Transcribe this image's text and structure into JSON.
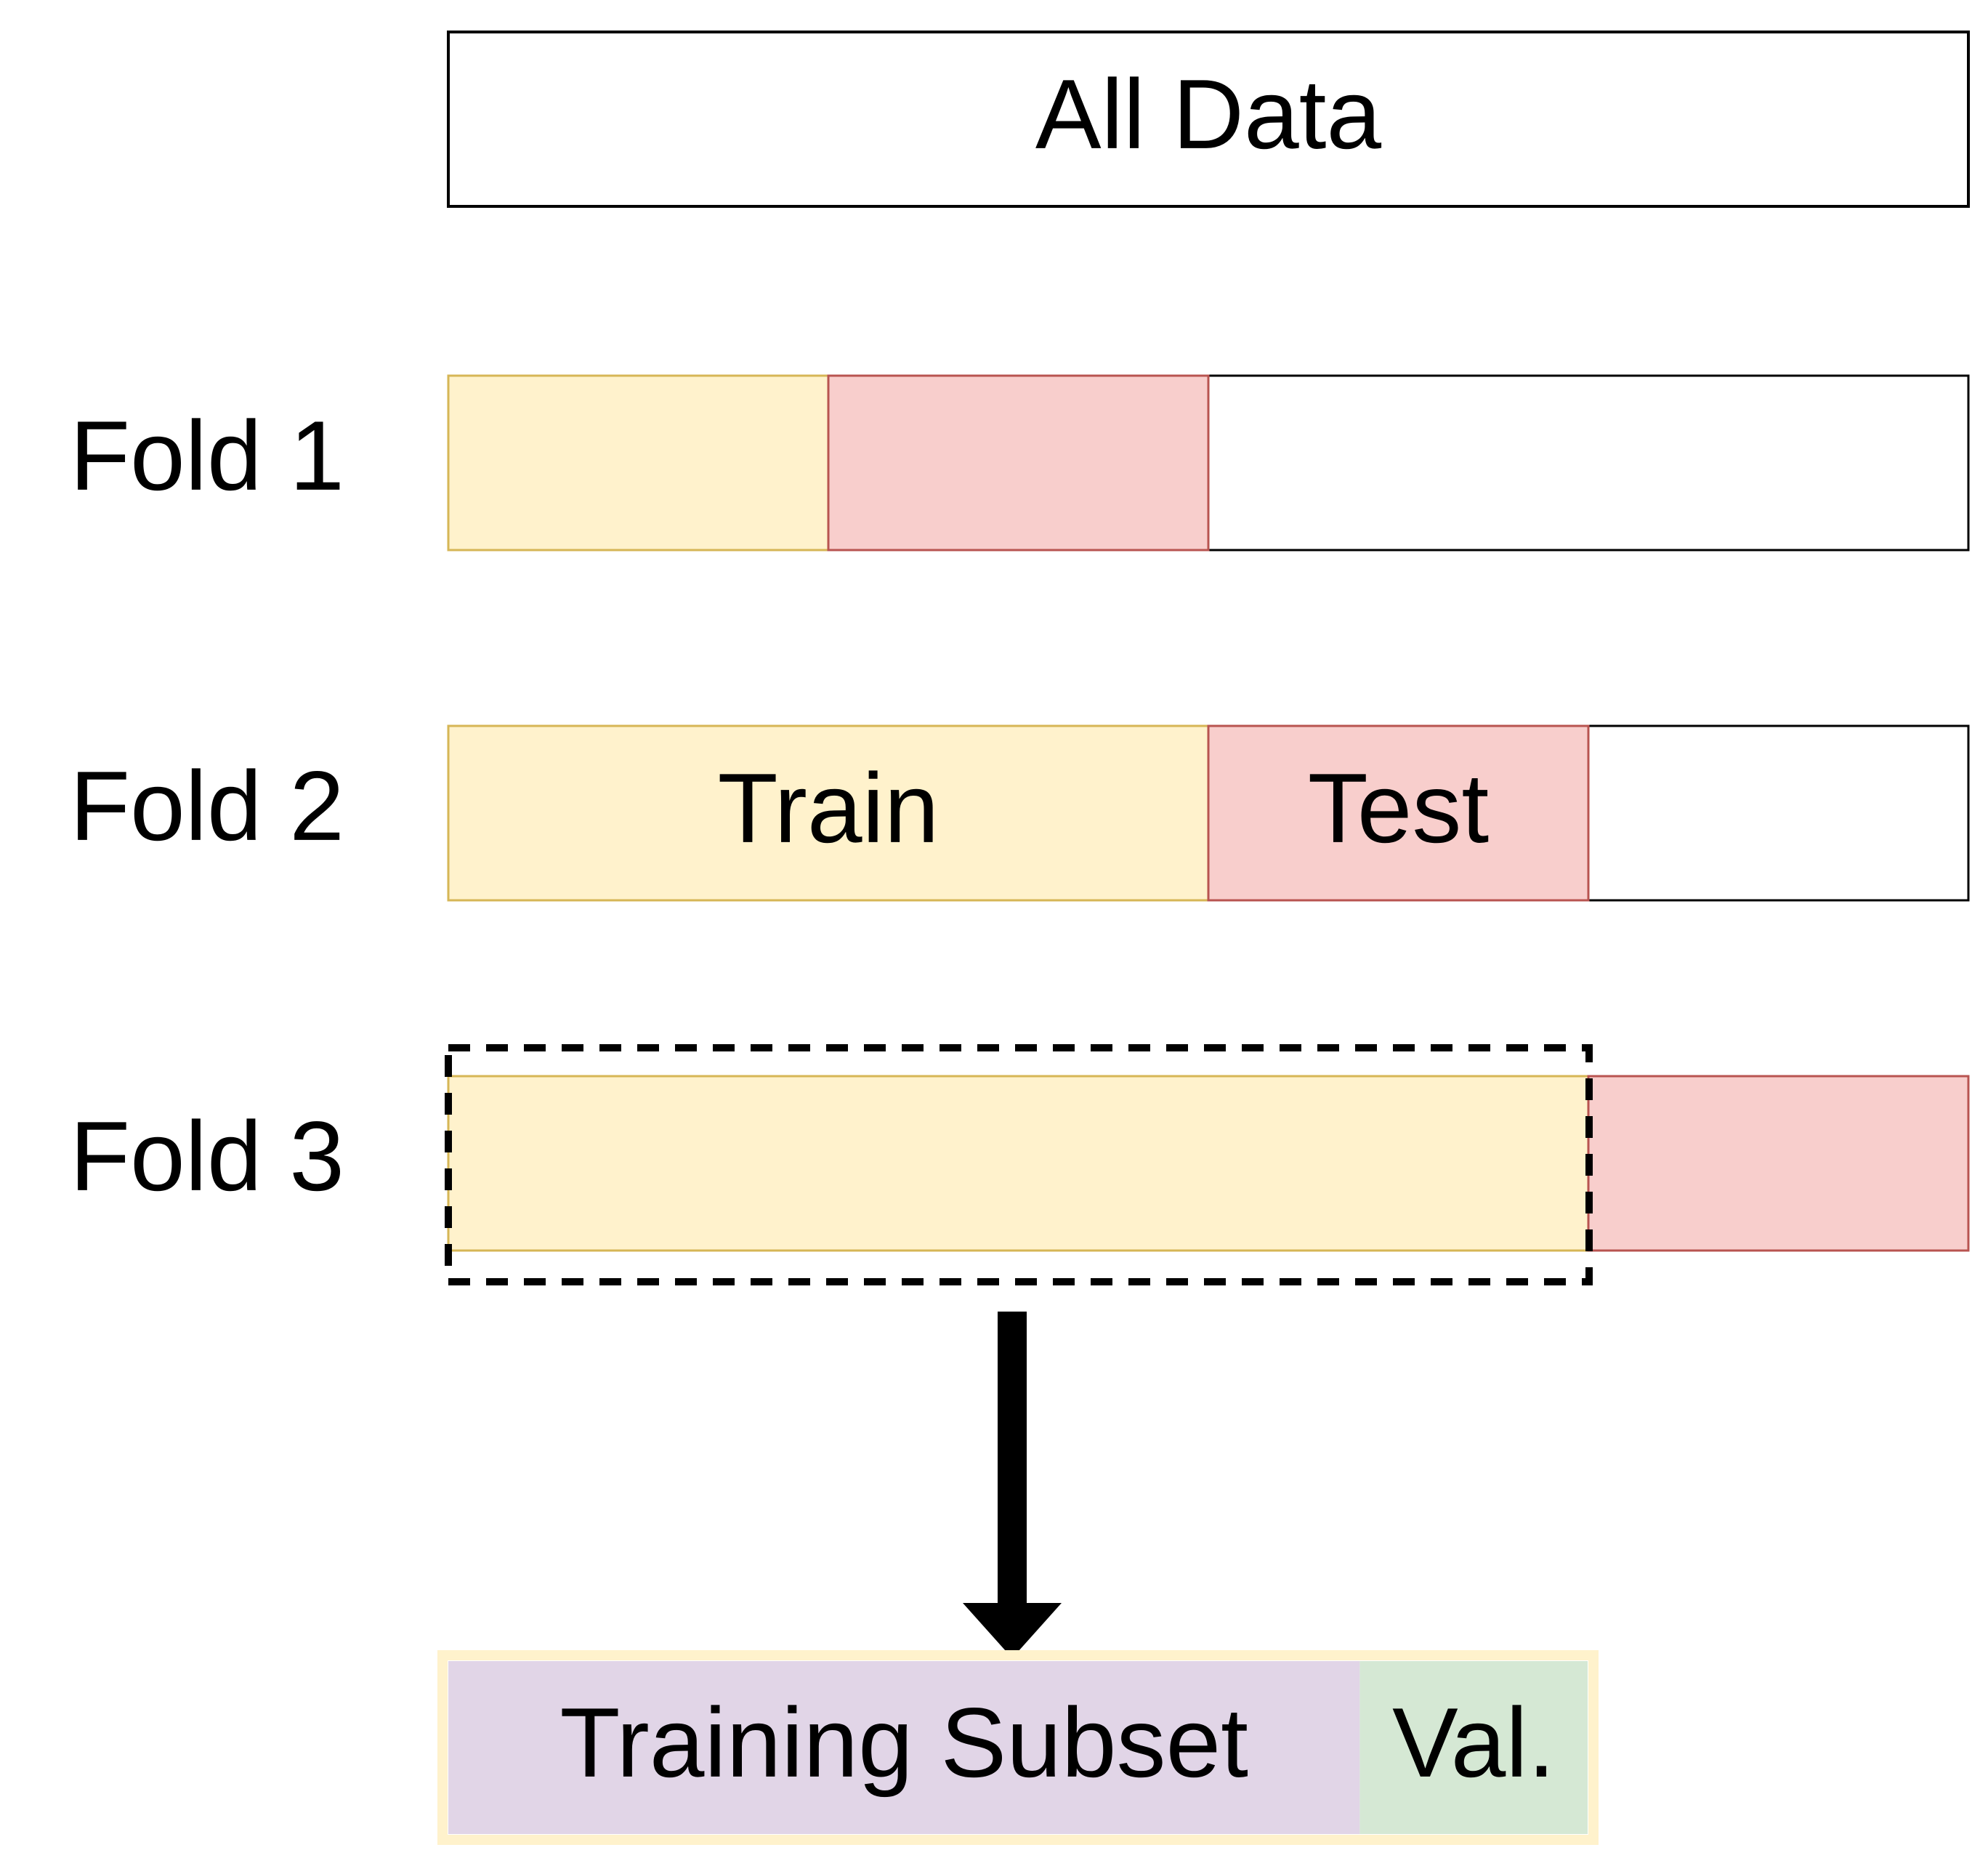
{
  "all_data": {
    "label": "All Data"
  },
  "folds": [
    {
      "label": "Fold 1",
      "segments": [
        {
          "role": "train",
          "fraction": 0.25,
          "label": ""
        },
        {
          "role": "test",
          "fraction": 0.25,
          "label": ""
        },
        {
          "role": "unused",
          "fraction": 0.5,
          "label": ""
        }
      ]
    },
    {
      "label": "Fold 2",
      "segments": [
        {
          "role": "train",
          "fraction": 0.5,
          "label": "Train"
        },
        {
          "role": "test",
          "fraction": 0.25,
          "label": "Test"
        },
        {
          "role": "unused",
          "fraction": 0.25,
          "label": ""
        }
      ]
    },
    {
      "label": "Fold 3",
      "segments": [
        {
          "role": "train",
          "fraction": 0.75,
          "label": ""
        },
        {
          "role": "test",
          "fraction": 0.25,
          "label": ""
        }
      ]
    }
  ],
  "subset": {
    "segments": [
      {
        "role": "training_subset",
        "fraction": 0.8,
        "label": "Training Subset"
      },
      {
        "role": "validation",
        "fraction": 0.2,
        "label": "Val."
      }
    ]
  },
  "colors": {
    "train_fill": "#fff2cc",
    "train_stroke": "#d6b656",
    "test_fill": "#f8cecc",
    "test_stroke": "#b85450",
    "unused_fill": "#ffffff",
    "unused_stroke": "#000000",
    "training_subset_fill": "#e1d5e7",
    "validation_fill": "#d5e8d4",
    "subset_border": "#fff2cc",
    "arrow": "#000000"
  }
}
